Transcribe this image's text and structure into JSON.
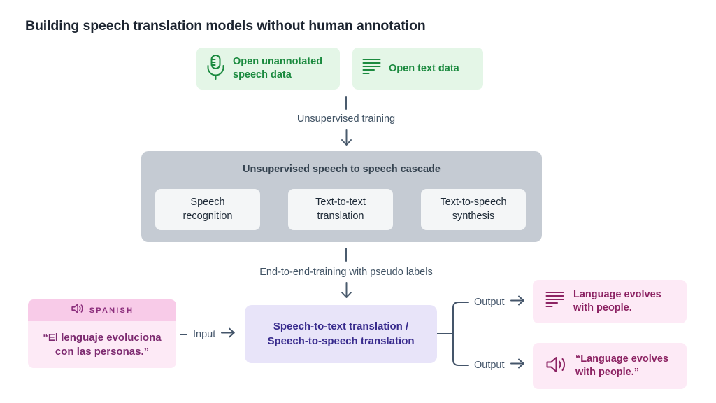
{
  "title": "Building speech translation models without human annotation",
  "colors": {
    "green_text": "#1b8a3f",
    "green_bg": "#e4f6e7",
    "slate": "#4a5b6d",
    "cascade_bg": "#c5cbd3",
    "cascade_title_text": "#34424f",
    "module_bg": "#f4f6f7",
    "module_text": "#1e2a37",
    "purple_bg": "#e8e4f9",
    "purple_text": "#382b8d",
    "pink_header_bg": "#f8cbe8",
    "pink_header_text": "#8b2e7c",
    "pink_bg": "#fdeaf6",
    "pink_text_left": "#7d2a70",
    "pink_text_right": "#8c2363"
  },
  "sources": [
    {
      "icon": "microphone-icon",
      "label": "Open unannotated speech data"
    },
    {
      "icon": "text-lines-icon",
      "label": "Open text data"
    }
  ],
  "steps": {
    "unsupervised_training": "Unsupervised training",
    "end_to_end": "End-to-end-training with pseudo labels"
  },
  "cascade": {
    "title": "Unsupervised speech to speech cascade",
    "modules": [
      {
        "label": "Speech recognition"
      },
      {
        "label": "Text-to-text translation"
      },
      {
        "label": "Text-to-speech synthesis"
      }
    ]
  },
  "input_card": {
    "icon": "speaker-icon",
    "language_label": "SPANISH",
    "quote": "“El lenguaje evoluciona con las personas.”"
  },
  "input_label": "Input",
  "model_box": {
    "line1": "Speech-to-text translation /",
    "line2": "Speech-to-speech translation"
  },
  "outputs": [
    {
      "label": "Output",
      "icon": "text-lines-icon",
      "text": "Language evolves with people."
    },
    {
      "label": "Output",
      "icon": "speaker-icon",
      "text": "“Language evolves with people.”"
    }
  ]
}
